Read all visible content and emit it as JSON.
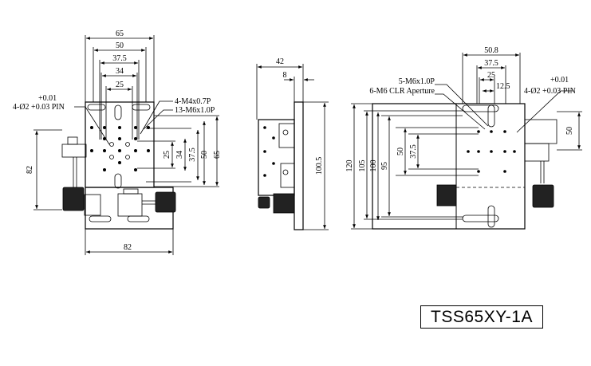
{
  "front_view": {
    "dims_top": [
      "65",
      "50",
      "37.5",
      "34",
      "25"
    ],
    "dim_left": "82",
    "dim_bottom": "82",
    "dims_right": [
      "25",
      "34",
      "37.5",
      "50",
      "65"
    ],
    "pin_tol": "+0.01",
    "pin_callout": "4-Ø2 +0.03 PIN",
    "tap_callout_1": "4-M4x0.7P",
    "tap_callout_2": "13-M6x1.0P"
  },
  "side_view": {
    "dim_width": "42",
    "dim_thick": "8",
    "dim_height": "100.5"
  },
  "bottom_view": {
    "dims_top": [
      "50.8",
      "37.5",
      "25",
      "12.5"
    ],
    "callout_tap": "5-M6x1.0P",
    "callout_clr": "6-M6 CLR Aperture",
    "pin_tol": "+0.01",
    "pin_callout": "4-Ø2 +0.03 PIN",
    "dims_left": [
      "120",
      "105",
      "100",
      "95",
      "50",
      "37.5"
    ],
    "dim_right": "50"
  },
  "part_number": "TSS65XY-1A"
}
